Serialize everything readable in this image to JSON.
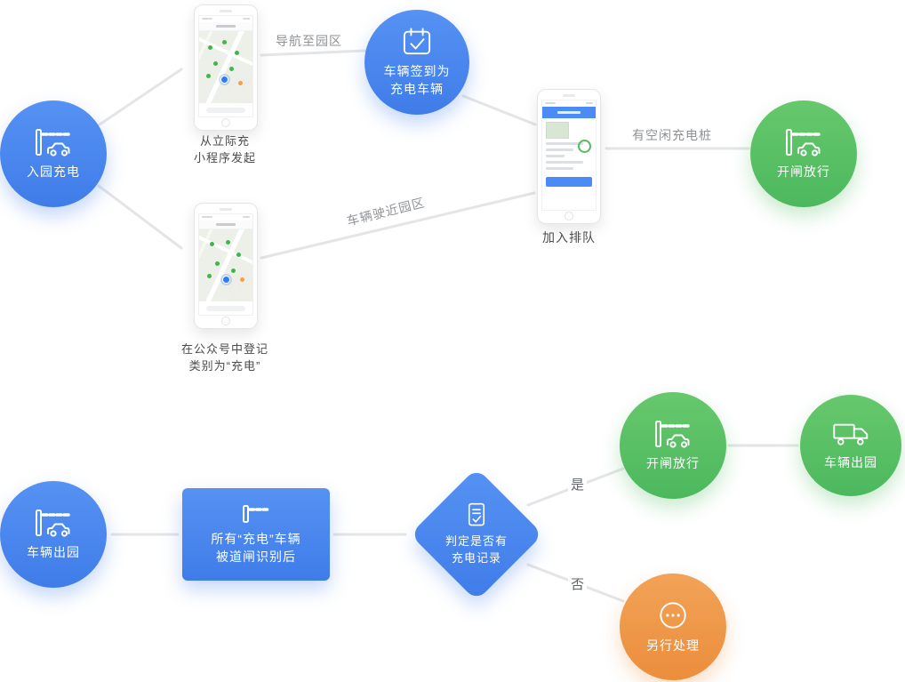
{
  "colors": {
    "node_blue": "#4a82ea",
    "node_green": "#57bd62",
    "node_orange": "#ee9a4d",
    "connector": "#e4e5e7",
    "edge_label": "#8f9296",
    "caption": "#4c4c4c"
  },
  "icons": {
    "entry": "barrier-gate-car-icon",
    "checkin": "calendar-check-icon",
    "gate_open_top": "barrier-gate-car-icon",
    "exit": "barrier-gate-car-icon",
    "process": "barrier-gate-icon",
    "decision": "document-check-icon",
    "gate_open_bottom": "barrier-gate-car-icon",
    "exit_done": "truck-icon",
    "other": "ellipsis-circle-icon"
  },
  "top_flow": {
    "entry_label": "入园充电",
    "phone1_caption": [
      "从立际充",
      "小程序发起"
    ],
    "edge_navigate_label": "导航至园区",
    "checkin_label": [
      "车辆签到为",
      "充电车辆"
    ],
    "phone2_caption": "加入排队",
    "edge_idle_label": "有空闲充电桩",
    "gate_open_label": "开闸放行",
    "phone3_caption": [
      "在公众号中登记",
      "类别为“充电”"
    ],
    "edge_approach_label": "车辆驶近园区"
  },
  "bottom_flow": {
    "exit_label": "车辆出园",
    "process_label": [
      "所有“充电”车辆",
      "被道闸识别后"
    ],
    "decision_label": [
      "判定是否有",
      "充电记录"
    ],
    "branch_yes_label": "是",
    "branch_no_label": "否",
    "gate_open_label": "开闸放行",
    "exit_done_label": "车辆出园",
    "other_label": "另行处理"
  }
}
